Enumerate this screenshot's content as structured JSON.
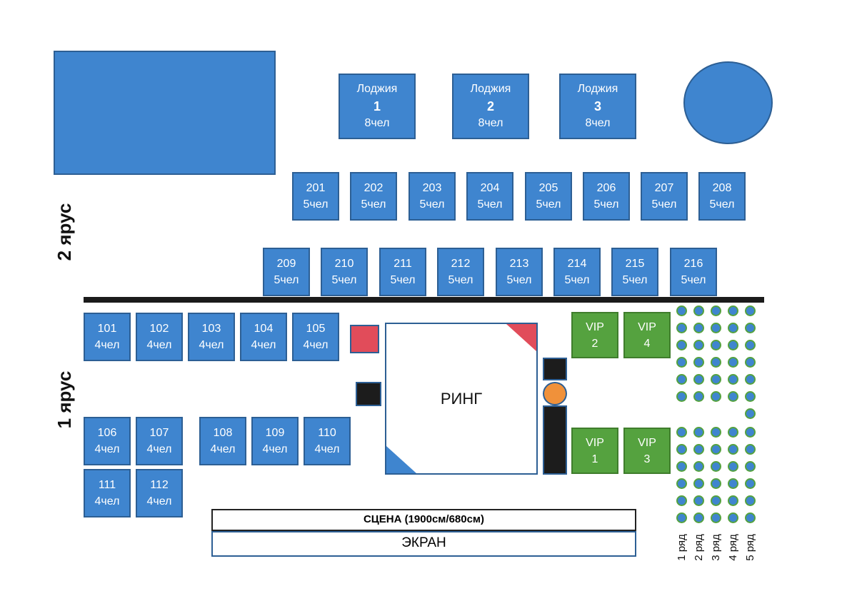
{
  "tiers": {
    "second": "2 ярус",
    "first": "1 ярус"
  },
  "loggias": [
    {
      "label": "Лоджия",
      "number": "1",
      "capacity": "8чел"
    },
    {
      "label": "Лоджия",
      "number": "2",
      "capacity": "8чел"
    },
    {
      "label": "Лоджия",
      "number": "3",
      "capacity": "8чел"
    }
  ],
  "tier2_row1": [
    {
      "number": "201",
      "capacity": "5чел"
    },
    {
      "number": "202",
      "capacity": "5чел"
    },
    {
      "number": "203",
      "capacity": "5чел"
    },
    {
      "number": "204",
      "capacity": "5чел"
    },
    {
      "number": "205",
      "capacity": "5чел"
    },
    {
      "number": "206",
      "capacity": "5чел"
    },
    {
      "number": "207",
      "capacity": "5чел"
    },
    {
      "number": "208",
      "capacity": "5чел"
    }
  ],
  "tier2_row2": [
    {
      "number": "209",
      "capacity": "5чел"
    },
    {
      "number": "210",
      "capacity": "5чел"
    },
    {
      "number": "211",
      "capacity": "5чел"
    },
    {
      "number": "212",
      "capacity": "5чел"
    },
    {
      "number": "213",
      "capacity": "5чел"
    },
    {
      "number": "214",
      "capacity": "5чел"
    },
    {
      "number": "215",
      "capacity": "5чел"
    },
    {
      "number": "216",
      "capacity": "5чел"
    }
  ],
  "tier1_tables": [
    {
      "number": "101",
      "capacity": "4чел"
    },
    {
      "number": "102",
      "capacity": "4чел"
    },
    {
      "number": "103",
      "capacity": "4чел"
    },
    {
      "number": "104",
      "capacity": "4чел"
    },
    {
      "number": "105",
      "capacity": "4чел"
    },
    {
      "number": "106",
      "capacity": "4чел"
    },
    {
      "number": "107",
      "capacity": "4чел"
    },
    {
      "number": "108",
      "capacity": "4чел"
    },
    {
      "number": "109",
      "capacity": "4чел"
    },
    {
      "number": "110",
      "capacity": "4чел"
    },
    {
      "number": "111",
      "capacity": "4чел"
    },
    {
      "number": "112",
      "capacity": "4чел"
    }
  ],
  "vip": [
    {
      "label": "VIP",
      "number": "2"
    },
    {
      "label": "VIP",
      "number": "4"
    },
    {
      "label": "VIP",
      "number": "1"
    },
    {
      "label": "VIP",
      "number": "3"
    }
  ],
  "ring": {
    "label": "РИНГ"
  },
  "stage": {
    "label": "СЦЕНА (1900см/680см)"
  },
  "screen": {
    "label": "ЭКРАН"
  },
  "rows": [
    "1 ряд",
    "2 ряд",
    "3 ряд",
    "4 ряд",
    "5 ряд"
  ],
  "colors": {
    "table": "#3f85cf",
    "vip": "#55a23f",
    "corner_red": "#e14c5a",
    "dark": "#1c1c1c",
    "judge": "#f0913a"
  }
}
